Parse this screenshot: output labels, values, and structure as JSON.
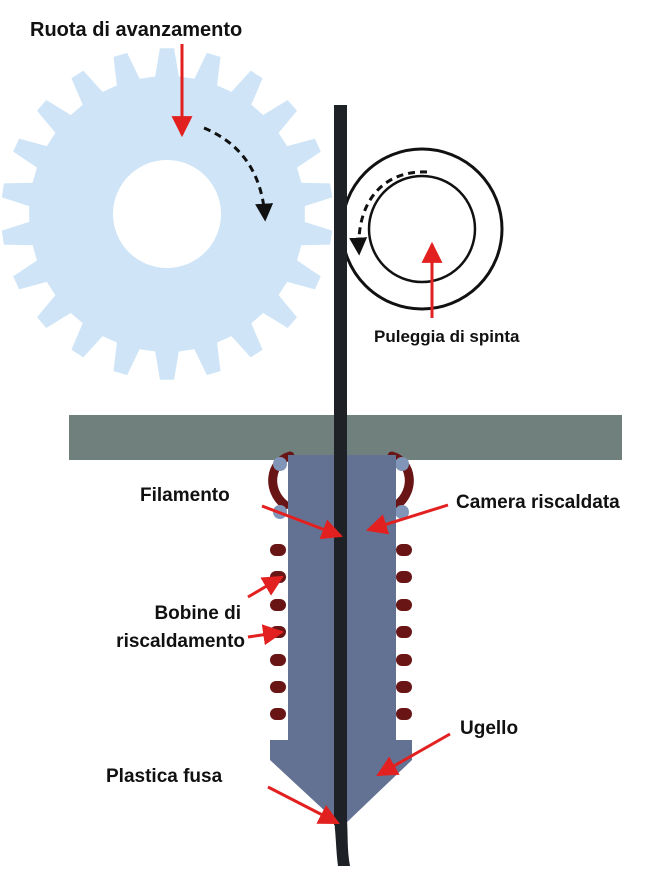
{
  "labels": {
    "gear": "Ruota di avanzamento",
    "pulley": "Puleggia di spinta",
    "filament": "Filamento",
    "chamber": "Camera riscaldata",
    "coils_line1": "Bobine di",
    "coils_line2": "riscaldamento",
    "nozzle": "Ugello",
    "molten": "Plastica fusa"
  },
  "colors": {
    "gear": "#cfe5f7",
    "plate": "#6f807d",
    "heater_block": "#637292",
    "filament": "#1e2226",
    "coil": "#6a1515",
    "arrow": "#e32020",
    "outline": "#111111"
  },
  "gear_teeth": 22
}
